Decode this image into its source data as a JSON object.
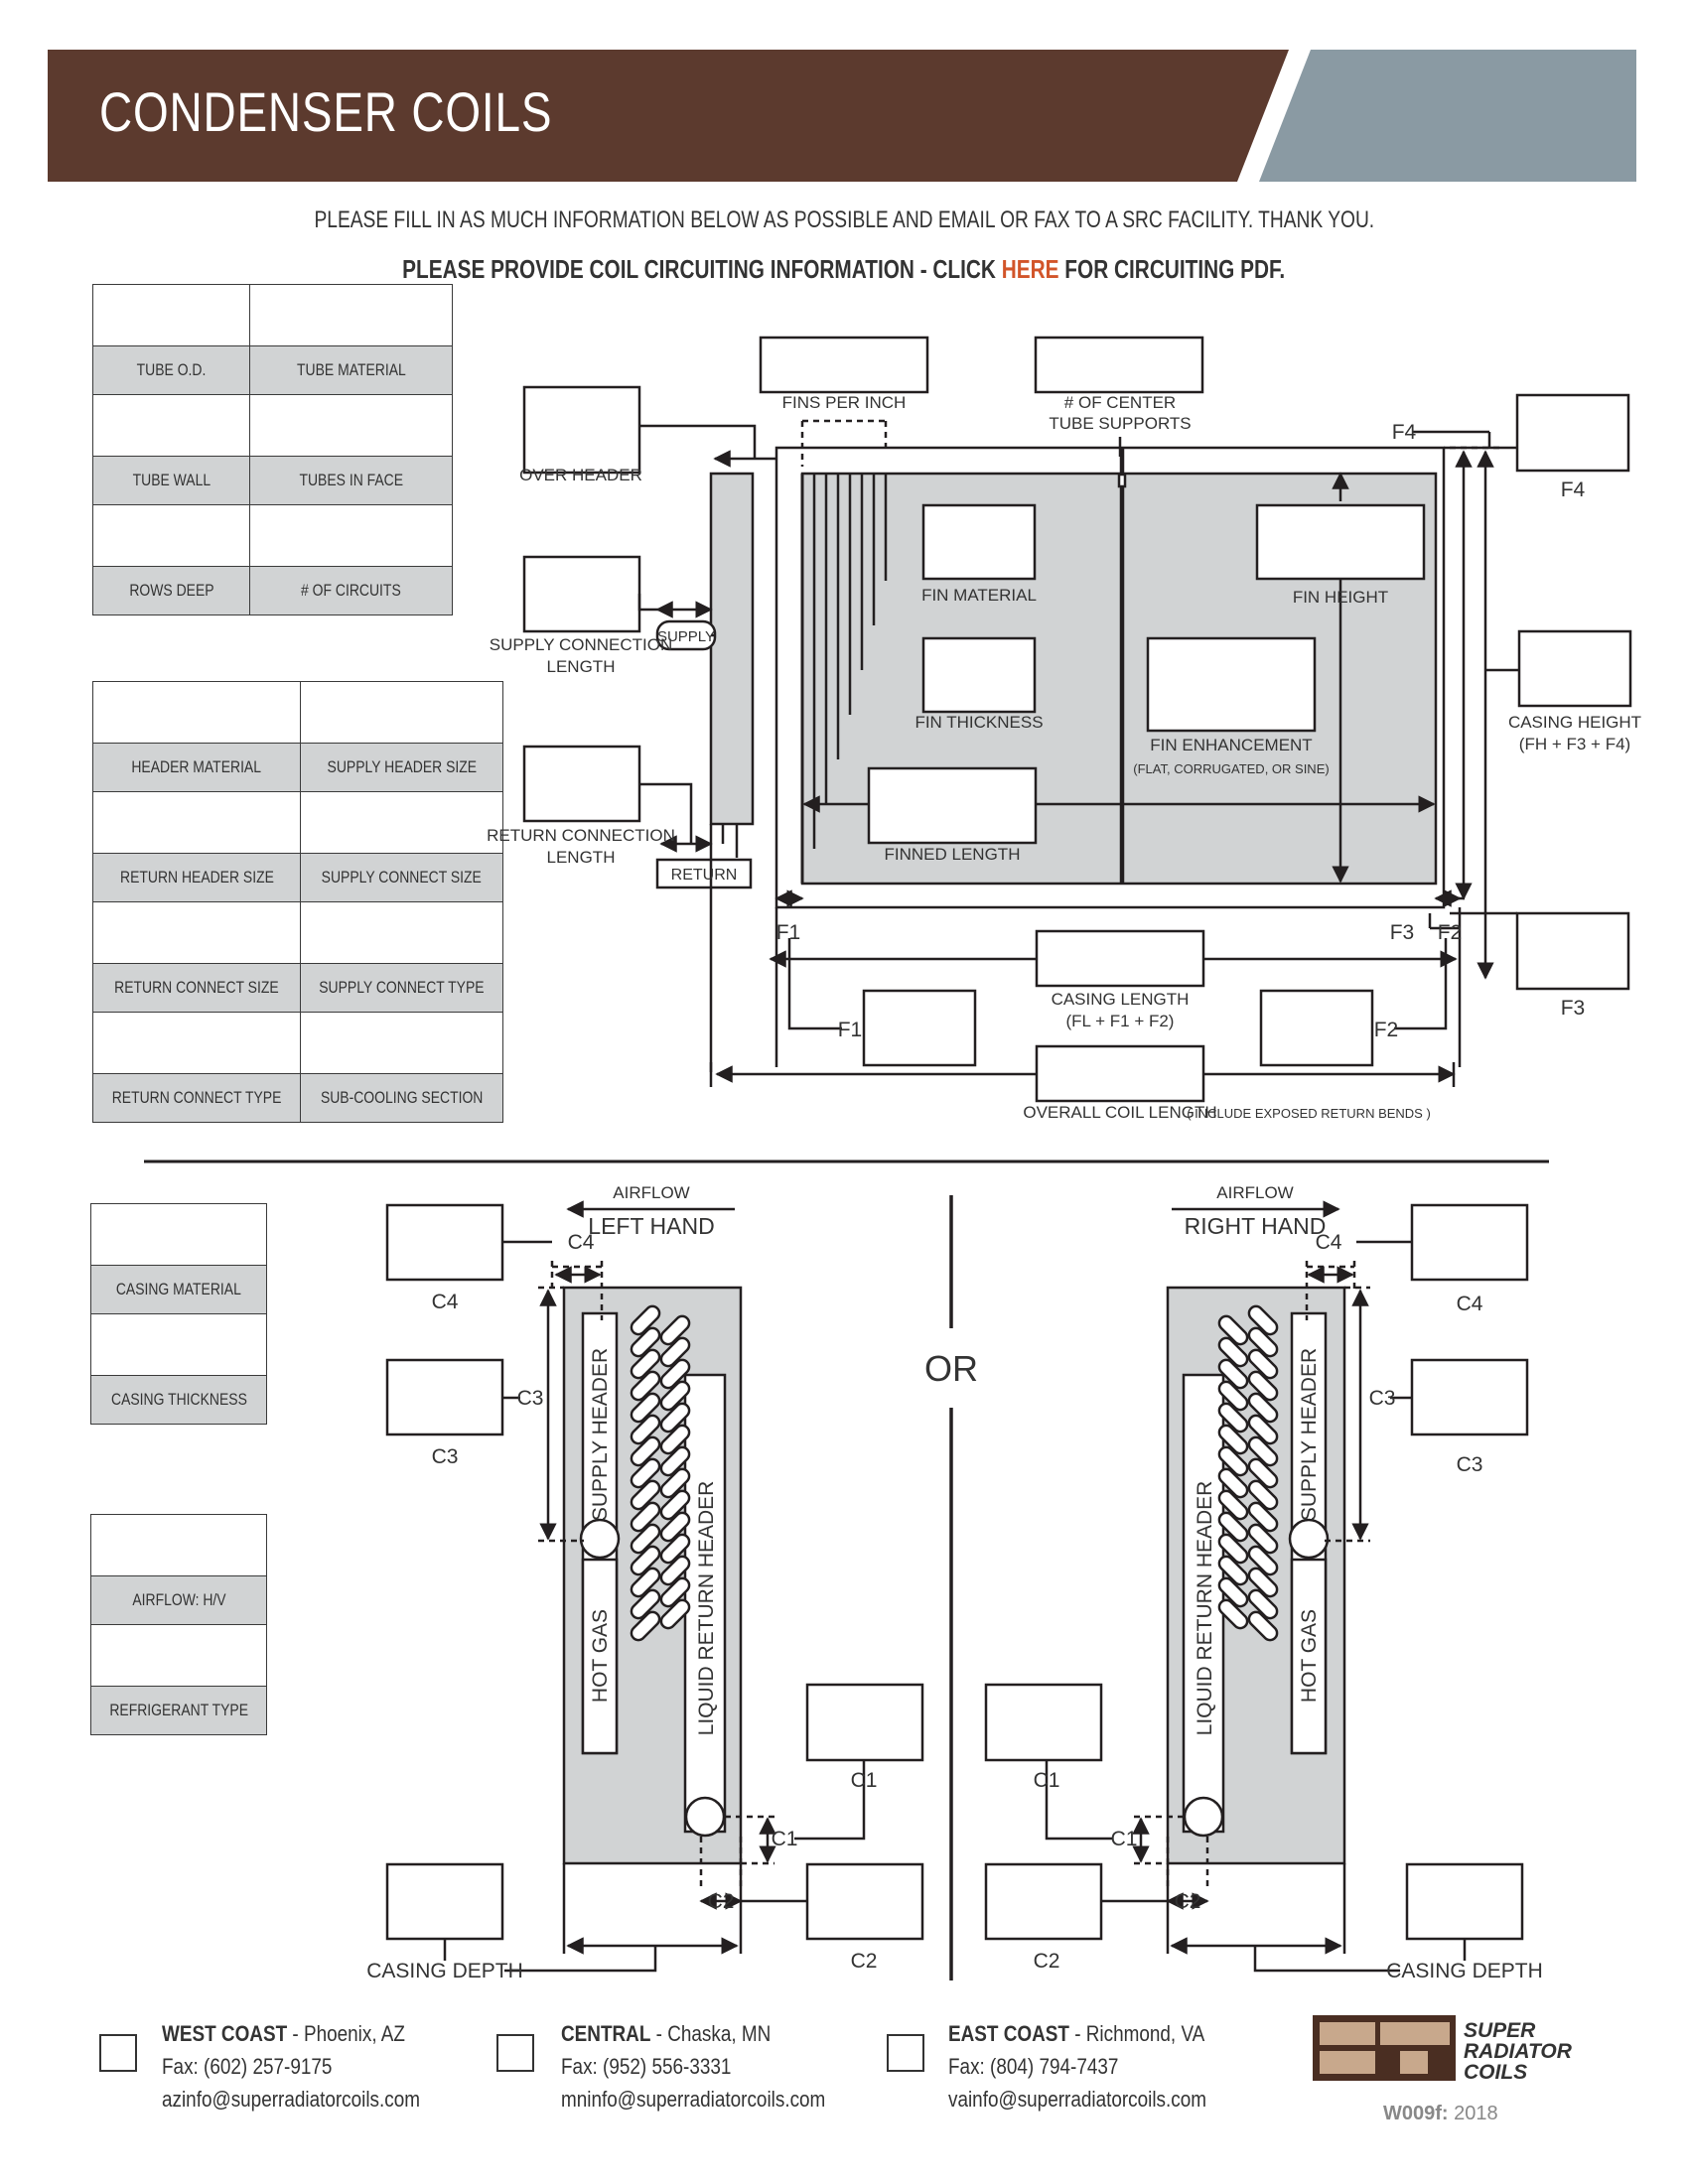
{
  "header": {
    "title": "CONDENSER COILS",
    "colors": {
      "brown": "#5c3a2e",
      "slate": "#8a9aa3"
    }
  },
  "instructions": {
    "line1": "PLEASE FILL IN AS MUCH INFORMATION BELOW AS POSSIBLE AND EMAIL OR FAX TO A SRC FACILITY.  THANK YOU.",
    "line2_pre": "PLEASE PROVIDE COIL CIRCUITING INFORMATION - CLICK ",
    "line2_link": "HERE",
    "line2_post": " FOR CIRCUITING PDF."
  },
  "tube_table": {
    "rows": [
      [
        "TUBE O.D.",
        "TUBE MATERIAL"
      ],
      [
        "TUBE WALL",
        "TUBES IN FACE"
      ],
      [
        "ROWS DEEP",
        "# OF CIRCUITS"
      ]
    ]
  },
  "header_table": {
    "rows": [
      [
        "HEADER MATERIAL",
        "SUPPLY HEADER SIZE"
      ],
      [
        "RETURN HEADER SIZE",
        "SUPPLY CONNECT SIZE"
      ],
      [
        "RETURN CONNECT SIZE",
        "SUPPLY CONNECT TYPE"
      ],
      [
        "RETURN CONNECT TYPE",
        "SUB-COOLING SECTION"
      ]
    ]
  },
  "casing_table": {
    "rows": [
      "CASING MATERIAL",
      "CASING THICKNESS"
    ]
  },
  "airflow_table": {
    "rows": [
      "AIRFLOW: H/V",
      "REFRIGERANT TYPE"
    ]
  },
  "top_diagram": {
    "fins_per_inch": "FINS PER INCH",
    "center_supports": [
      "# OF CENTER",
      "TUBE SUPPORTS"
    ],
    "over_header": "OVER HEADER",
    "supply_conn": [
      "SUPPLY CONNECTION",
      "LENGTH"
    ],
    "return_conn": [
      "RETURN CONNECTION",
      "LENGTH"
    ],
    "supply": "SUPPLY",
    "return": "RETURN",
    "fin_material": "FIN MATERIAL",
    "fin_thickness": "FIN THICKNESS",
    "fin_height": "FIN HEIGHT",
    "fin_enhancement": "FIN ENHANCEMENT",
    "fin_enhancement_note": "(FLAT, CORRUGATED, OR SINE)",
    "finned_length": "FINNED LENGTH",
    "casing_height": [
      "CASING HEIGHT",
      "(FH + F3 + F4)"
    ],
    "casing_length": [
      "CASING LENGTH",
      "(FL + F1 + F2)"
    ],
    "overall_length": "OVERALL COIL LENGTH",
    "overall_note": "( INCLUDE EXPOSED RETURN BENDS )",
    "f1": "F1",
    "f2": "F2",
    "f3": "F3",
    "f4": "F4"
  },
  "bottom_diagram": {
    "airflow": "AIRFLOW",
    "left_hand": "LEFT HAND",
    "right_hand": "RIGHT HAND",
    "or": "OR",
    "supply_header": "SUPPLY HEADER",
    "hot_gas": "HOT GAS",
    "liquid_return_header": "LIQUID RETURN HEADER",
    "casing_depth": "CASING DEPTH",
    "c1": "C1",
    "c2": "C2",
    "c3": "C3",
    "c4": "C4"
  },
  "footer": {
    "offices": [
      {
        "name": "WEST COAST",
        "city": " - Phoenix, AZ",
        "fax": "Fax: (602) 257-9175",
        "email": "azinfo@superradiatorcoils.com"
      },
      {
        "name": "CENTRAL",
        "city": " - Chaska, MN",
        "fax": "Fax: (952) 556-3331",
        "email": "mninfo@superradiatorcoils.com"
      },
      {
        "name": "EAST COAST",
        "city": " - Richmond, VA",
        "fax": "Fax: (804) 794-7437",
        "email": "vainfo@superradiatorcoils.com"
      }
    ],
    "logo_text": [
      "SUPER",
      "RADIATOR",
      "COILS"
    ],
    "doc_code": "W009f:",
    "doc_year": " 2018"
  }
}
